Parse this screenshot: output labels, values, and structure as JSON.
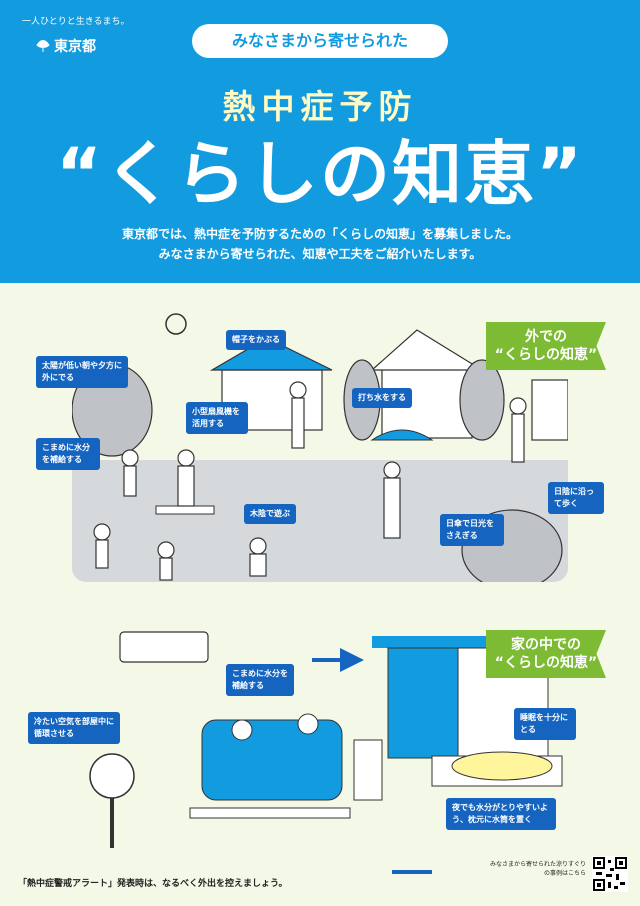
{
  "header": {
    "tagline": "一人ひとりと生きるまち。",
    "logo": "東京都",
    "intro": "みなさまから寄せられた",
    "subtitle": "熱中症予防",
    "title": "“くらしの知恵”",
    "desc1": "東京都では、熱中症を予防するための「くらしの知恵」を募集しました。",
    "desc2": "みなさまから寄せられた、知恵や工夫をご紹介いたします。"
  },
  "outdoor": {
    "flag1": "外での",
    "flag2": "“くらしの知恵”",
    "callouts": [
      "帽子をかぶる",
      "太陽が低い朝や夕方に外にでる",
      "小型扇風機を活用する",
      "打ち水をする",
      "こまめに水分を補給する",
      "木陰で遊ぶ",
      "日傘で日光をさえぎる",
      "日陰に沿って歩く"
    ]
  },
  "indoor": {
    "flag1": "家の中での",
    "flag2": "“くらしの知恵”",
    "callouts": [
      "こまめに水分を補給する",
      "冷たい空気を部屋中に循環させる",
      "睡眠を十分にとる",
      "夜でも水分がとりやすいよう、枕元に水筒を置く"
    ]
  },
  "footer": {
    "note": "「熱中症警戒アラート」発表時は、なるべく外出を控えましょう。",
    "qr_text": "みなさまから寄せられた涼りすぐりの事例はこちら"
  },
  "colors": {
    "header_bg": "#139be0",
    "callout_bg": "#1565c0",
    "flag_bg": "#7dbb35",
    "page_bg": "#f4f8e6"
  }
}
